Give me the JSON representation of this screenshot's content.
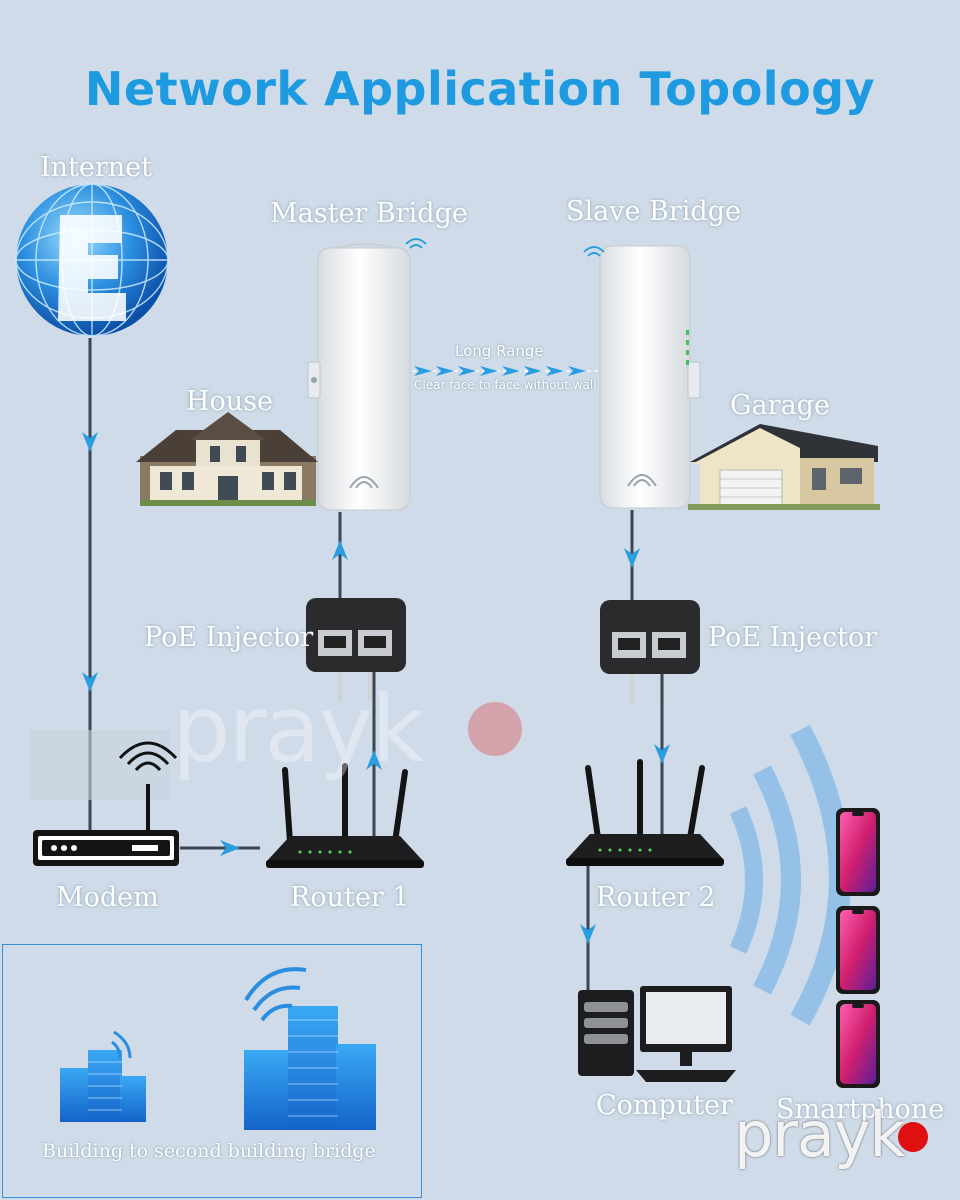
{
  "title": "Network Application Topology",
  "nodes": {
    "internet": "Internet",
    "master_bridge": "Master Bridge",
    "slave_bridge": "Slave Bridge",
    "house": "House",
    "garage": "Garage",
    "poe_left": "PoE Injector",
    "poe_right": "PoE Injector",
    "modem": "Modem",
    "router1": "Router 1",
    "router2": "Router 2",
    "computer": "Computer",
    "smartphone": "Smartphone"
  },
  "link": {
    "title": "Long Range",
    "subtitle": "Clear face to face without wall"
  },
  "panel": {
    "caption": "Building to second building bridge"
  },
  "watermark": {
    "text": "prayk"
  },
  "colors": {
    "background": "#cfdbe8",
    "title": "#1e9be0",
    "arrow": "#2a9de0",
    "watermark_dot": "#e01010"
  }
}
